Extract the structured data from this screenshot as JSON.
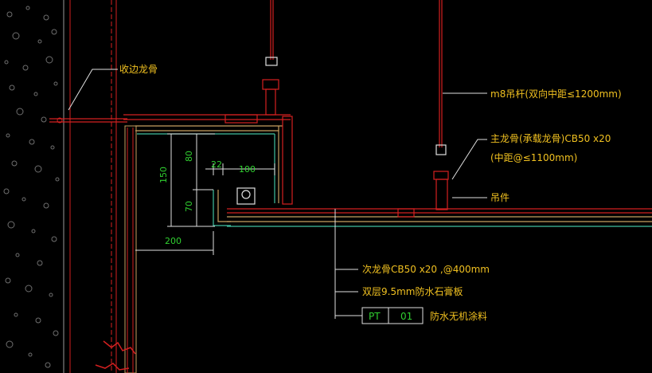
{
  "labels": {
    "edge_keel": "收边龙骨",
    "hanger_rod": "m8吊杆(双向中距≤1200mm)",
    "main_keel_line1": "主龙骨(承载龙骨)CB50 x20",
    "main_keel_line2": "(中距@≤1100mm)",
    "hanger": "吊件",
    "secondary_keel": "次龙骨CB50 x20 ,@400mm",
    "gypsum_board": "双层9.5mm防水石膏板",
    "finish_code": "PT",
    "finish_number": "01",
    "finish_desc": "防水无机涂料"
  },
  "dimensions": {
    "d150": "150",
    "d80": "80",
    "d70": "70",
    "d22": "22",
    "d100": "100",
    "d200": "200"
  },
  "colors": {
    "background": "#000000",
    "structure_red": "#d42020",
    "label_yellow": "#f0c020",
    "dimension_green": "#30d030",
    "board_teal": "#40c0a0",
    "leader_white": "#e0e0e0",
    "wall_texture": "#7a7a7a",
    "finish_orange": "#c8a060"
  }
}
